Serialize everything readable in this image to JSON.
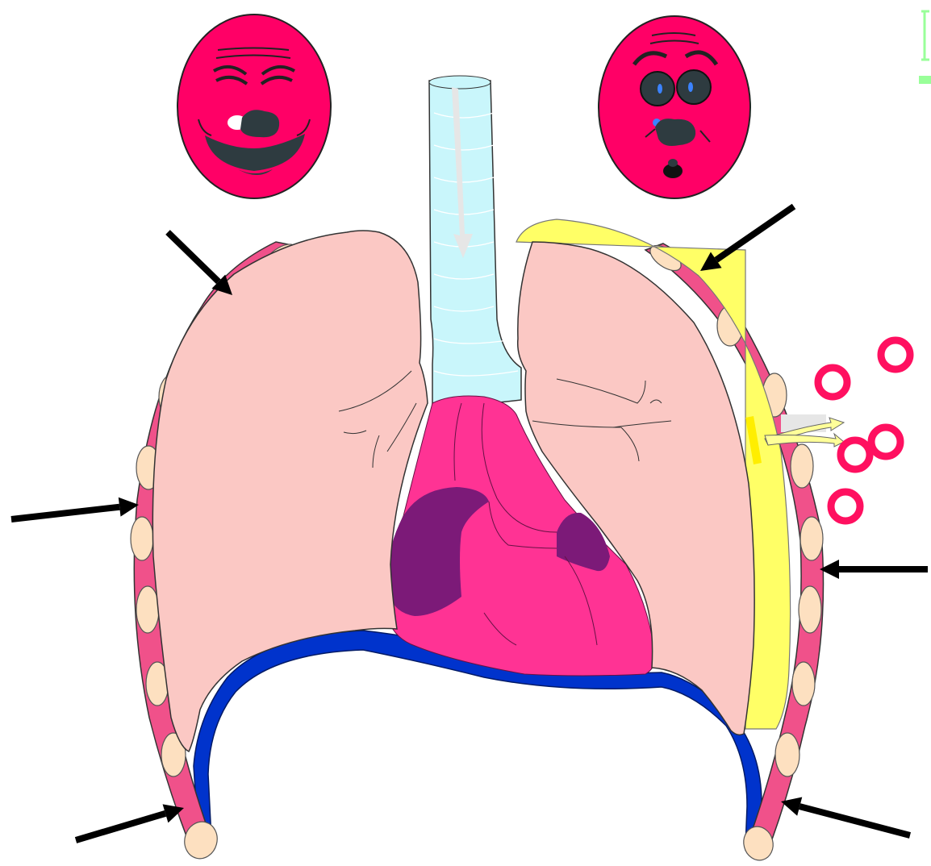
{
  "diagram": {
    "colors": {
      "face": "#ff0066",
      "face_features": "#2e3b40",
      "chest_wall": "#f0518a",
      "rib": "#fde0c0",
      "lung": "#fbc8c4",
      "airway": "#c9f6fb",
      "pleural_fluid": "#ffff66",
      "heart": "#ff3394",
      "heart_chamber": "#7c1a78",
      "diaphragm": "#0033cc",
      "bubble": "#ff1060",
      "arrow": "#000000",
      "corner_mark": "#99ff99"
    },
    "faces": [
      {
        "expression": "happy",
        "icon": "happy-face-icon"
      },
      {
        "expression": "surprised",
        "icon": "surprised-face-icon"
      }
    ],
    "pointer_arrows": 6,
    "air_bubbles": 5
  }
}
